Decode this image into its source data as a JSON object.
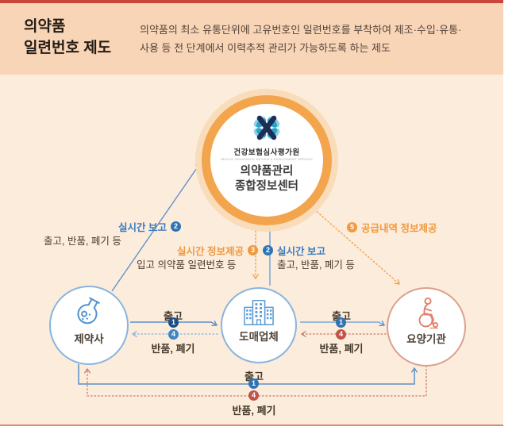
{
  "header": {
    "title_line1": "의약품",
    "title_line2": "일련번호 제도",
    "desc_line1": "의약품의 최소 유통단위에 고유번호인 일련번호를 부착하여 제조·수입·유통·",
    "desc_line2": "사용 등 전 단계에서 이력추적 관리가 가능하도록 하는 제도"
  },
  "hub": {
    "org_name": "건강보험심사평가원",
    "org_name_en": "HEALTH INSURANCE REVIEW & ASSESSMENT SERVICE",
    "line1": "의약품관리",
    "line2": "종합정보센터"
  },
  "nodes": {
    "pharma": {
      "label": "제약사"
    },
    "wholesale": {
      "label": "도매업체"
    },
    "care": {
      "label": "요양기관"
    }
  },
  "flows": {
    "report_pharma": {
      "badge": "2",
      "label": "실시간 보고",
      "sub": "출고, 반품, 폐기 등"
    },
    "provide_wholesale": {
      "badge": "3",
      "label": "실시간 정보제공",
      "sub": "입고 의약품 일련번호 등"
    },
    "report_wholesale": {
      "badge": "2",
      "label": "실시간 보고",
      "sub": "출고, 반품, 폐기 등"
    },
    "provide_care": {
      "badge": "5",
      "label": "공급내역 정보제공"
    },
    "ship_pw": {
      "badge": "1",
      "label": "출고"
    },
    "return_pw": {
      "badge": "4",
      "label": "반품, 폐기"
    },
    "ship_wc": {
      "badge": "1",
      "label": "출고"
    },
    "return_wc": {
      "badge": "4",
      "label": "반품, 폐기"
    },
    "ship_pc": {
      "badge": "1",
      "label": "출고"
    },
    "return_pc": {
      "badge": "4",
      "label": "반품, 폐기"
    }
  },
  "colors": {
    "top_bar": "#c8463b",
    "header_bg": "#f8d5b7",
    "diagram_bg": "#fcecdc",
    "bottom_bar": "#d98a77",
    "hub_ring": "#f3a54e",
    "blue": "#2e74b5",
    "dark_blue": "#1c4f85",
    "line_blue": "#5b8fc9",
    "orange": "#f0993f",
    "brick_red": "#bf5449",
    "node_blue_border": "#88b5dd",
    "node_coral_border": "#dba08e"
  }
}
